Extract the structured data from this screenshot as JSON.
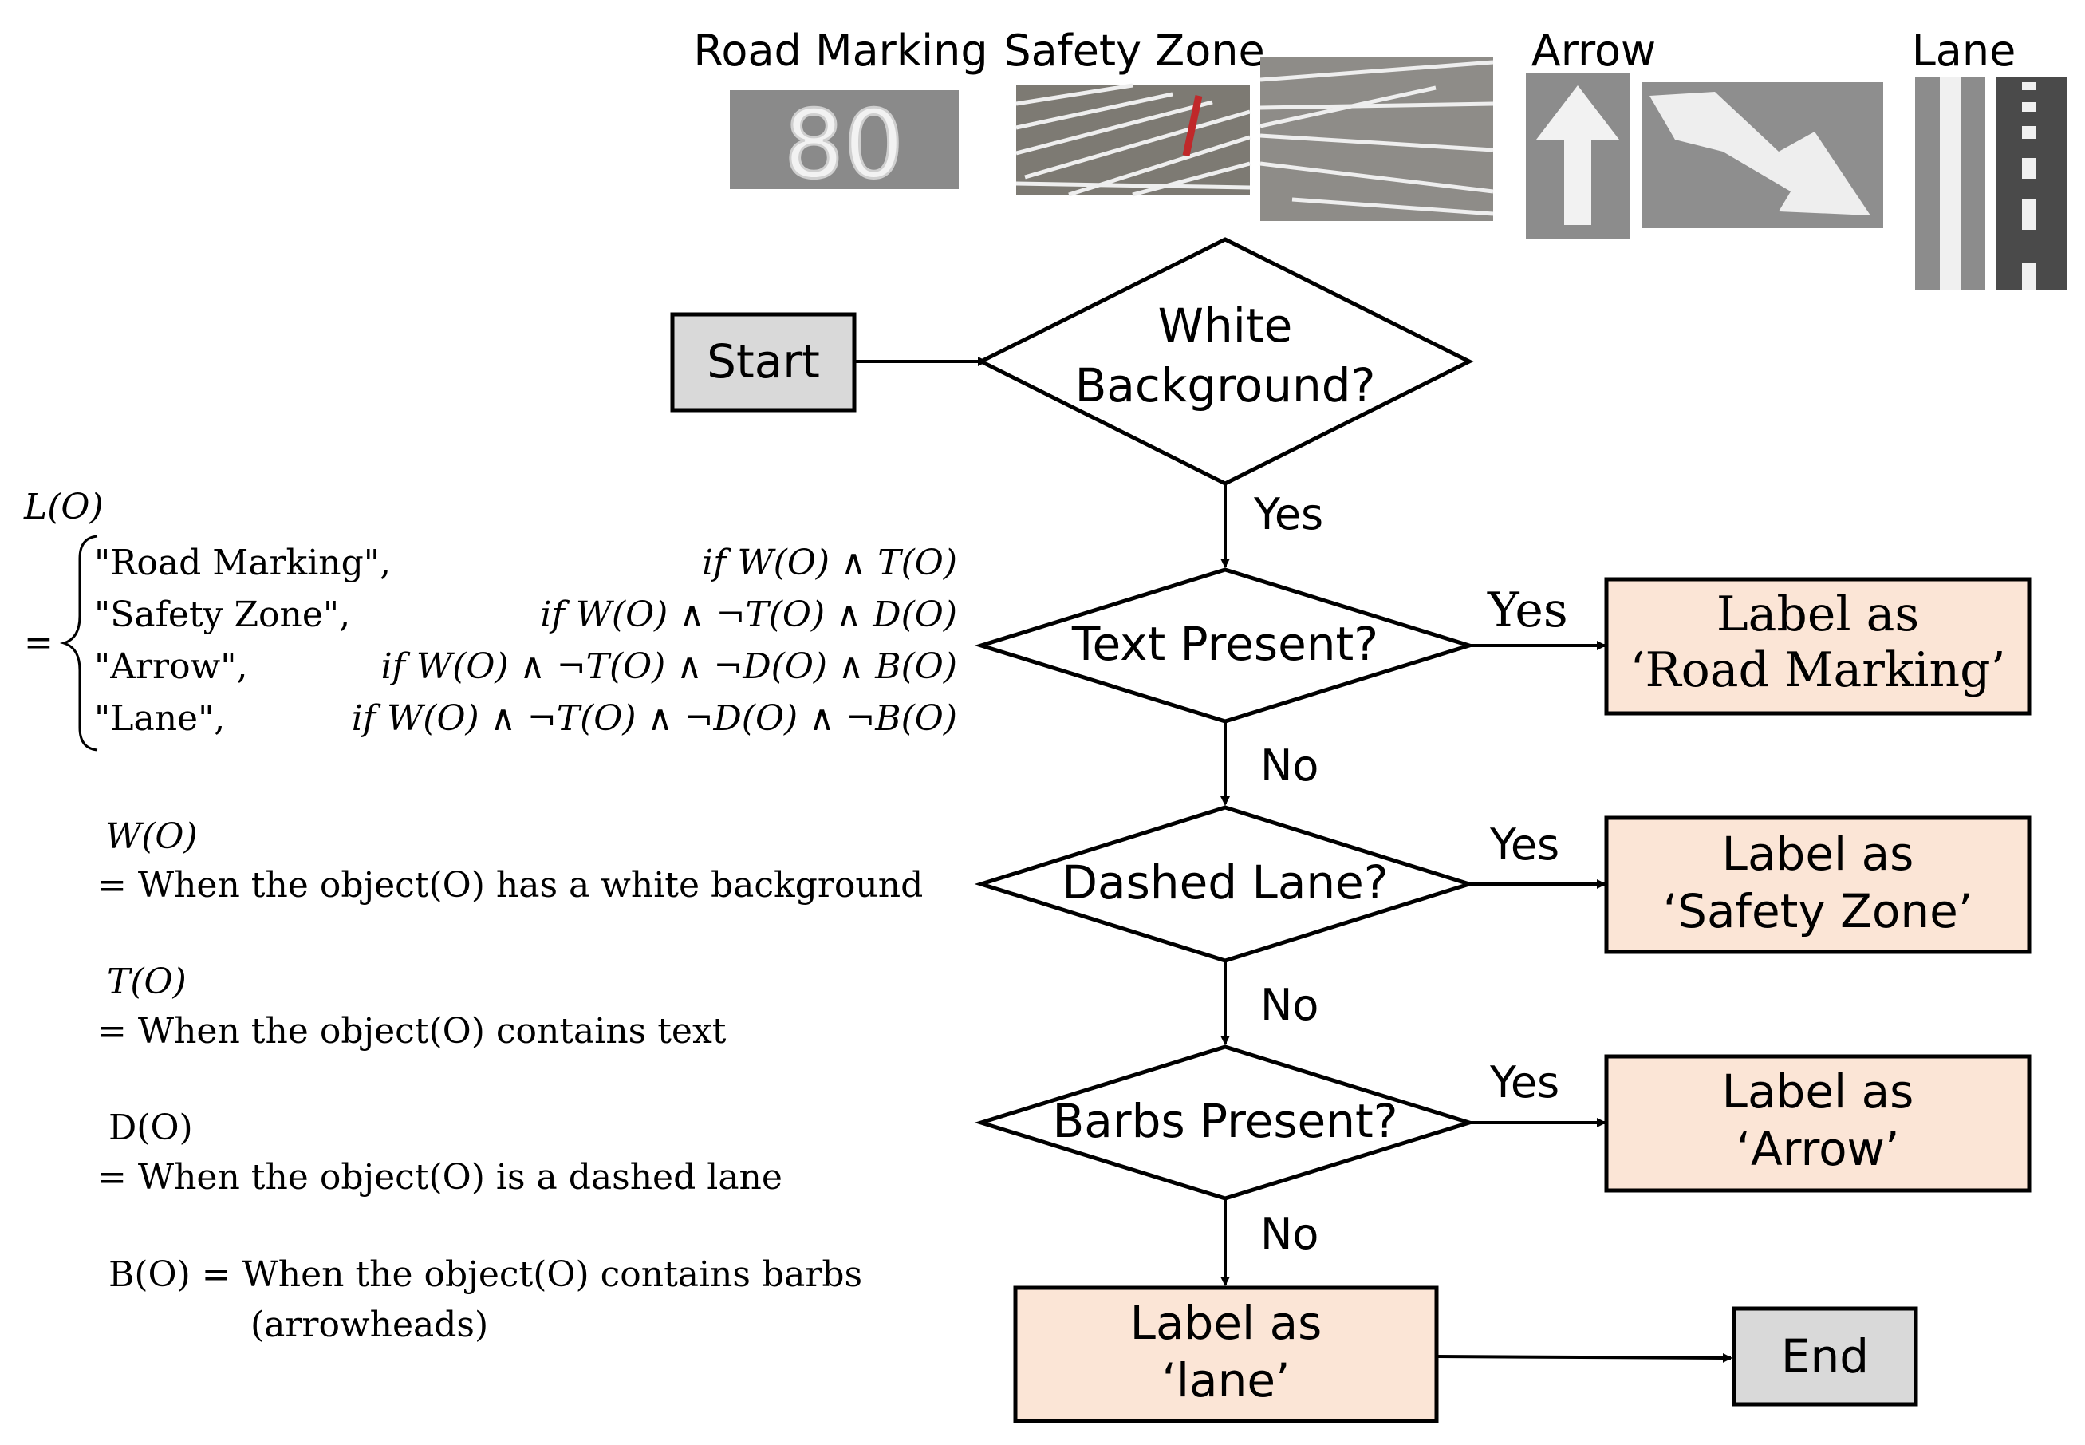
{
  "sample_labels": {
    "road_marking": "Road Marking",
    "safety_zone": "Safety Zone",
    "arrow": "Arrow",
    "lane": "Lane",
    "road_marking_text": "80"
  },
  "flow": {
    "start": "Start",
    "end": "End",
    "q1_line1": "White",
    "q1_line2": "Background?",
    "q2": "Text Present?",
    "q3": "Dashed Lane?",
    "q4": "Barbs Present?",
    "yes": "Yes",
    "no": "No",
    "label_line1": "Label as",
    "label_road_marking": "‘Road Marking’",
    "label_safety_zone": "‘Safety Zone’",
    "label_arrow": "‘Arrow’",
    "label_lane": "‘lane’"
  },
  "formula": {
    "lhs": "L(O)",
    "equals": "=",
    "cases": [
      {
        "label": "\"Road Marking\",",
        "cond": "if W(O) ∧ T(O)"
      },
      {
        "label": "\"Safety Zone\",",
        "cond": "if W(O) ∧ ¬T(O) ∧ D(O)"
      },
      {
        "label": "\"Arrow\",",
        "cond": "if W(O) ∧ ¬T(O) ∧ ¬D(O) ∧ B(O)"
      },
      {
        "label": "\"Lane\",",
        "cond": "if W(O) ∧ ¬T(O) ∧ ¬D(O) ∧ ¬B(O)"
      }
    ],
    "defs": {
      "w_sym": "W(O)",
      "w_text": "= When the object(O) has a white background",
      "t_sym": "T(O)",
      "t_text": "= When the object(O) contains text",
      "d_sym": "D(O)",
      "d_text": "= When the object(O) is a dashed lane",
      "b_line1": "B(O) = When the object(O) contains barbs",
      "b_line2": "(arrowheads)"
    }
  },
  "colors": {
    "terminal_fill": "#d9d9d9",
    "label_fill": "#fbe5d6",
    "stroke": "#000000",
    "photo_asphalt": "#8c8c8c",
    "photo_asphalt_dark": "#4a4a4a",
    "marking_white": "#f2f2f2"
  }
}
